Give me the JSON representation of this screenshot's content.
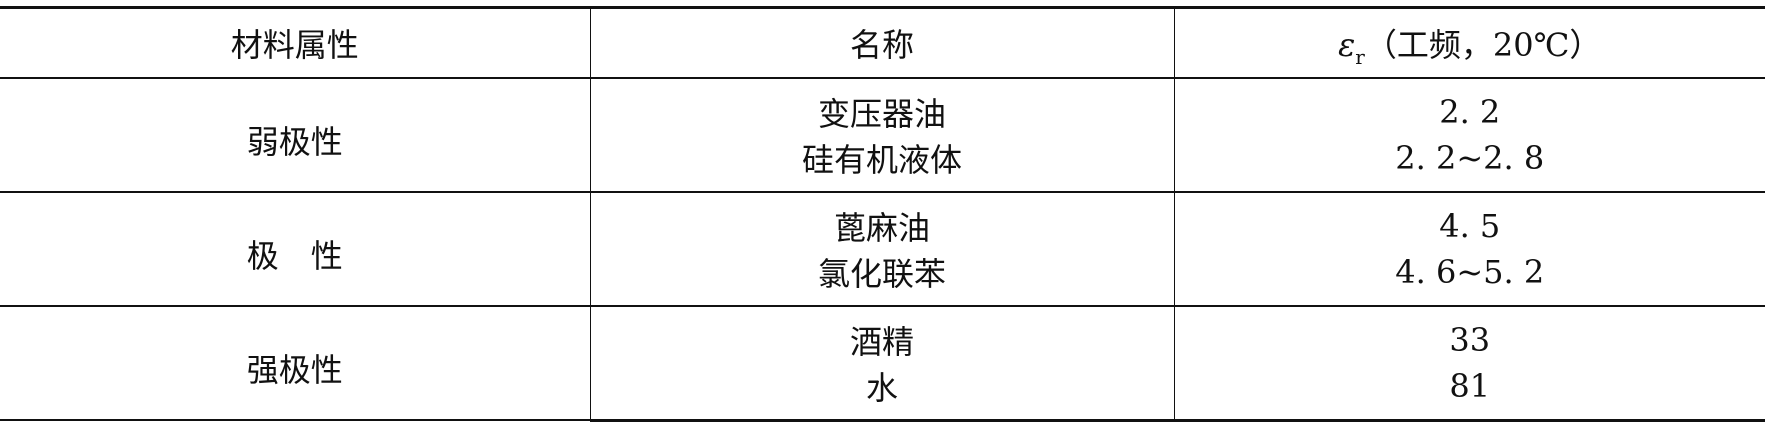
{
  "table": {
    "headers": {
      "col1": "材料属性",
      "col2": "名称",
      "col3_symbol": "ε",
      "col3_subscript": "r",
      "col3_rest": "（工频，20℃）"
    },
    "groups": [
      {
        "property": "弱极性",
        "rows": [
          {
            "name": "变压器油",
            "value": "2. 2"
          },
          {
            "name": "硅有机液体",
            "value": "2. 2~2. 8"
          }
        ]
      },
      {
        "property": "极　性",
        "rows": [
          {
            "name": "蓖麻油",
            "value": "4. 5"
          },
          {
            "name": "氯化联苯",
            "value": "4. 6~5. 2"
          }
        ]
      },
      {
        "property": "强极性",
        "rows": [
          {
            "name": "酒精",
            "value": "33"
          },
          {
            "name": "水",
            "value": "81"
          }
        ]
      }
    ]
  }
}
